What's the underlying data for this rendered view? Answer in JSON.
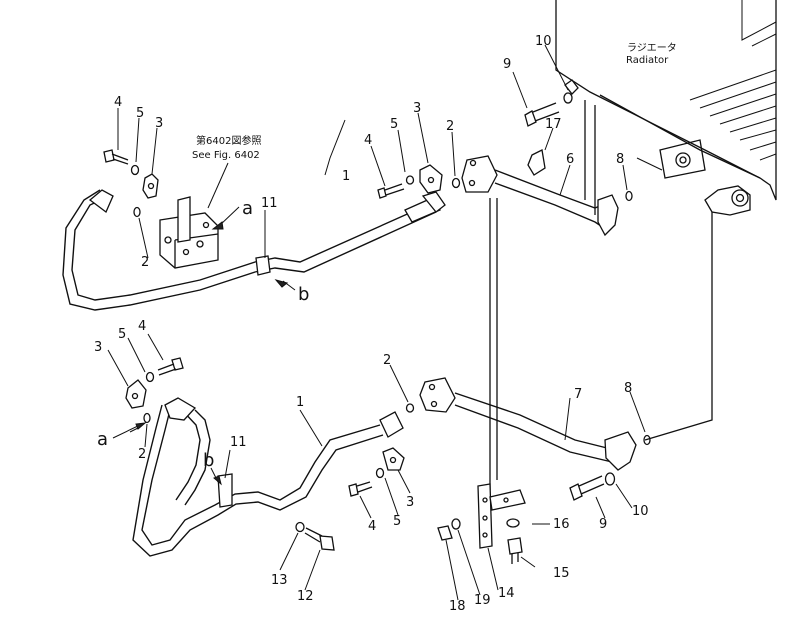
{
  "radiator_note": {
    "jp": "ラジエータ",
    "en": "Radiator"
  },
  "fig_note": {
    "jp": "第6402図参照",
    "en": "See Fig. 6402"
  },
  "callouts": [
    {
      "id": "c-4a",
      "text": "4"
    },
    {
      "id": "c-5a",
      "text": "5"
    },
    {
      "id": "c-3a",
      "text": "3"
    },
    {
      "id": "c-2a",
      "text": "2"
    },
    {
      "id": "c-a1",
      "text": "a"
    },
    {
      "id": "c-11a",
      "text": "11"
    },
    {
      "id": "c-b1",
      "text": "b"
    },
    {
      "id": "c-1a",
      "text": "1"
    },
    {
      "id": "c-4b",
      "text": "4"
    },
    {
      "id": "c-5b",
      "text": "5"
    },
    {
      "id": "c-3b",
      "text": "3"
    },
    {
      "id": "c-2b",
      "text": "2"
    },
    {
      "id": "c-10a",
      "text": "10"
    },
    {
      "id": "c-9a",
      "text": "9"
    },
    {
      "id": "c-17",
      "text": "17"
    },
    {
      "id": "c-6",
      "text": "6"
    },
    {
      "id": "c-8a",
      "text": "8"
    },
    {
      "id": "c-3c",
      "text": "3"
    },
    {
      "id": "c-5c",
      "text": "5"
    },
    {
      "id": "c-4c",
      "text": "4"
    },
    {
      "id": "c-a2",
      "text": "a"
    },
    {
      "id": "c-2c",
      "text": "2"
    },
    {
      "id": "c-11b",
      "text": "11"
    },
    {
      "id": "c-b2",
      "text": "b"
    },
    {
      "id": "c-1b",
      "text": "1"
    },
    {
      "id": "c-2d",
      "text": "2"
    },
    {
      "id": "c-3d",
      "text": "3"
    },
    {
      "id": "c-5d",
      "text": "5"
    },
    {
      "id": "c-4d",
      "text": "4"
    },
    {
      "id": "c-13",
      "text": "13"
    },
    {
      "id": "c-12",
      "text": "12"
    },
    {
      "id": "c-7",
      "text": "7"
    },
    {
      "id": "c-8b",
      "text": "8"
    },
    {
      "id": "c-10b",
      "text": "10"
    },
    {
      "id": "c-9b",
      "text": "9"
    },
    {
      "id": "c-16",
      "text": "16"
    },
    {
      "id": "c-15",
      "text": "15"
    },
    {
      "id": "c-14",
      "text": "14"
    },
    {
      "id": "c-19",
      "text": "19"
    },
    {
      "id": "c-18",
      "text": "18"
    }
  ]
}
